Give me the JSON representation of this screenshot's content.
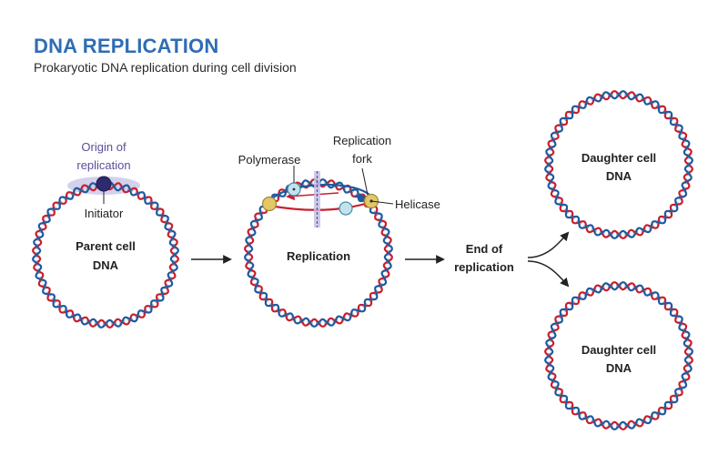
{
  "header": {
    "title": "DNA REPLICATION",
    "subtitle": "Prokaryotic DNA replication during cell division"
  },
  "parent": {
    "label_line1": "Parent cell",
    "label_line2": "DNA",
    "origin_line1": "Origin of",
    "origin_line2": "replication",
    "initiator": "Initiator"
  },
  "replication": {
    "label": "Replication",
    "polymerase": "Polymerase",
    "fork_line1": "Replication",
    "fork_line2": "fork",
    "helicase": "Helicase"
  },
  "end": {
    "line1": "End of",
    "line2": "replication"
  },
  "daughter_top": {
    "line1": "Daughter cell",
    "line2": "DNA"
  },
  "daughter_bottom": {
    "line1": "Daughter cell",
    "line2": "DNA"
  },
  "colors": {
    "title": "#2f6db3",
    "strand_red": "#c8202f",
    "strand_blue": "#1f5a9e",
    "rung": "#8fa6c8",
    "origin_glow": "#c5c1e6",
    "initiator": "#2d2a6e",
    "helicase": "#e3c766",
    "polymerase": "#bfe3ef",
    "origin_text": "#5a4f9a"
  }
}
